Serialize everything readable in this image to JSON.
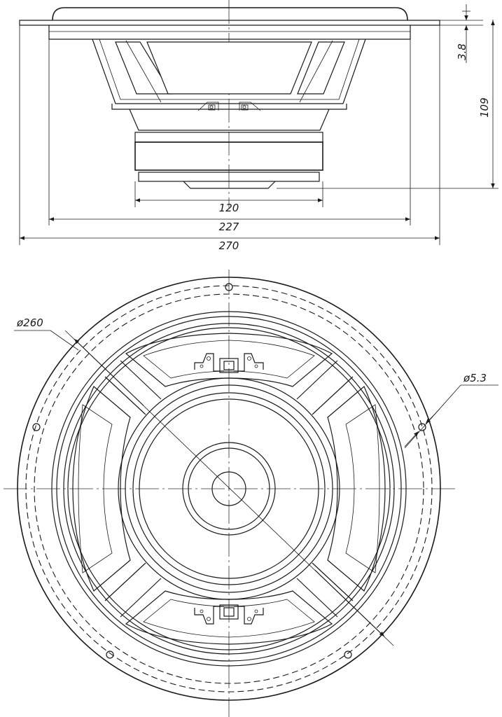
{
  "dimensions": {
    "flange_thickness": "3.8",
    "total_depth": "109",
    "magnet_diameter": "120",
    "basket_diameter": "227",
    "overall_width": "270",
    "bolt_circle_diameter": "ø260",
    "mount_hole_diameter": "ø5.3"
  },
  "colors": {
    "line": "#1a1a1a",
    "background": "#ffffff"
  }
}
